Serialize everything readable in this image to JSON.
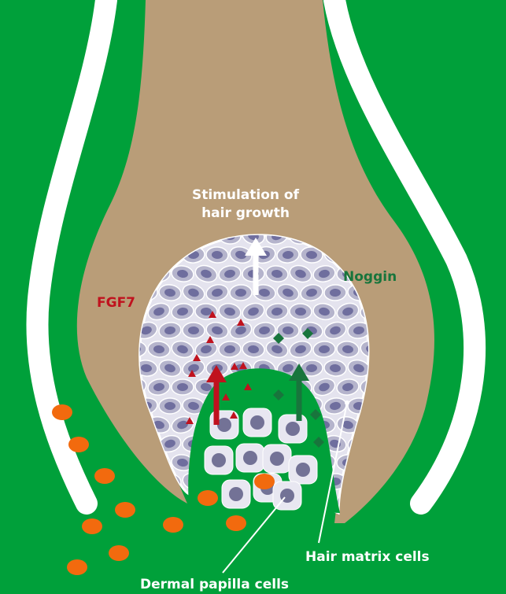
{
  "labels": {
    "stimulation": [
      "Stimulation of",
      "hair growth"
    ],
    "fgf7": "FGF7",
    "noggin": "Noggin",
    "hair_matrix": "Hair matrix cells",
    "dermal_papilla": "Dermal papilla cells"
  },
  "colors": {
    "background": "#00a03a",
    "hair_shaft": "#b99d78",
    "white_sheath": "#ffffff",
    "matrix_bulb": "#e4e3ee",
    "matrix_cell": "#b5b4cc",
    "matrix_nucleus": "#6f6e9e",
    "papilla_cell": "#e8e7f1",
    "papilla_nucleus": "#737296",
    "fgf7": "#c0121e",
    "noggin": "#18753c",
    "orange_cells": "#f26a0e"
  }
}
